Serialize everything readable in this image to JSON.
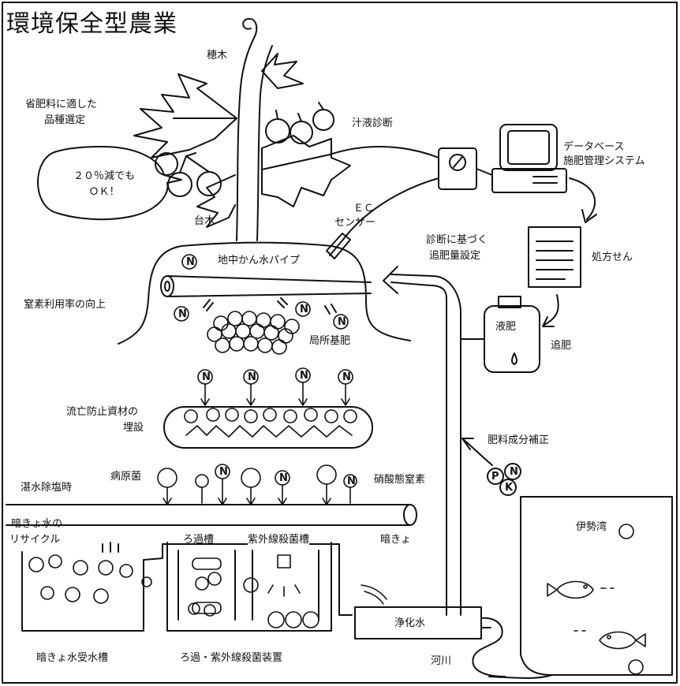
{
  "title": "環境保全型農業",
  "labels": {
    "scion": "穂木",
    "variety_selection": [
      "省肥料に適した",
      "品種選定"
    ],
    "bubble": [
      "２０％減でも",
      "ＯＫ！"
    ],
    "sap_diagnosis": "汁液診断",
    "database": [
      "データベース",
      "施肥管理システム"
    ],
    "rootstock": "台木",
    "ec_sensor": [
      "ＥＣ",
      "センサー"
    ],
    "pipe": "地中かん水パイプ",
    "diagnosis_based": [
      "診断に基づく",
      "追肥量設定"
    ],
    "prescription": "処方せん",
    "nitrogen_efficiency": "窒素利用率の向上",
    "liquid_fertilizer": "液肥",
    "topdressing": "追肥",
    "local_base_fertilizer": "局所基肥",
    "runoff_prevention": [
      "流亡防止資材の",
      "埋設"
    ],
    "nutrient_supplement": "肥料成分補正",
    "pathogen": "病原菌",
    "salt_removal": "湛水除塩時",
    "nitrate_nitrogen": "硝酸態窒素",
    "drain_recycle": [
      "暗きょ水の",
      "リサイクル"
    ],
    "drain": "暗きょ",
    "filter_tank": "ろ過槽",
    "uv_tank": "紫外線殺菌槽",
    "ise_bay": "伊勢湾",
    "purified_water": "浄化水",
    "drain_tank": "暗きょ水受水槽",
    "filter_uv_device": "ろ過・紫外線殺菌装置",
    "river": "河川"
  },
  "symbols": {
    "nitrogen": "N",
    "phosphorus": "P",
    "potassium": "K"
  }
}
